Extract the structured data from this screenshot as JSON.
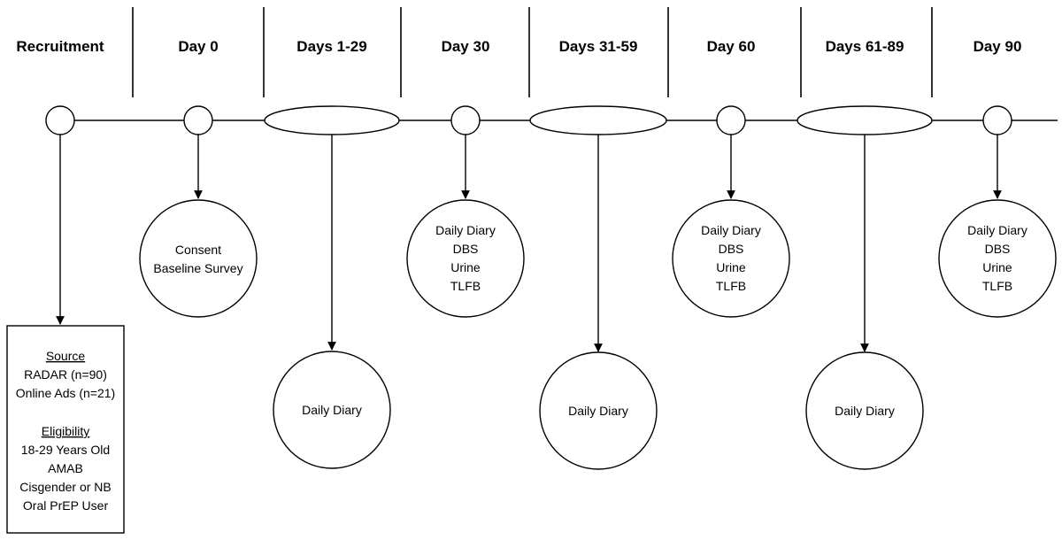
{
  "headers": [
    "Recruitment",
    "Day 0",
    "Days 1-29",
    "Day 30",
    "Days 31-59",
    "Day 60",
    "Days 61-89",
    "Day 90"
  ],
  "nodes": {
    "day0": [
      "Consent",
      "Baseline Survey"
    ],
    "days1_29": [
      "Daily Diary"
    ],
    "day30": [
      "Daily Diary",
      "DBS",
      "Urine",
      "TLFB"
    ],
    "days31_59": [
      "Daily Diary"
    ],
    "day60": [
      "Daily Diary",
      "DBS",
      "Urine",
      "TLFB"
    ],
    "days61_89": [
      "Daily Diary"
    ],
    "day90": [
      "Daily Diary",
      "DBS",
      "Urine",
      "TLFB"
    ]
  },
  "recruitment_box": {
    "source_title": "Source",
    "source_lines": [
      "RADAR (n=90)",
      "Online Ads (n=21)"
    ],
    "eligibility_title": "Eligibility",
    "eligibility_lines": [
      "18-29 Years Old",
      "AMAB",
      "Cisgender or NB",
      "Oral PrEP User"
    ]
  }
}
